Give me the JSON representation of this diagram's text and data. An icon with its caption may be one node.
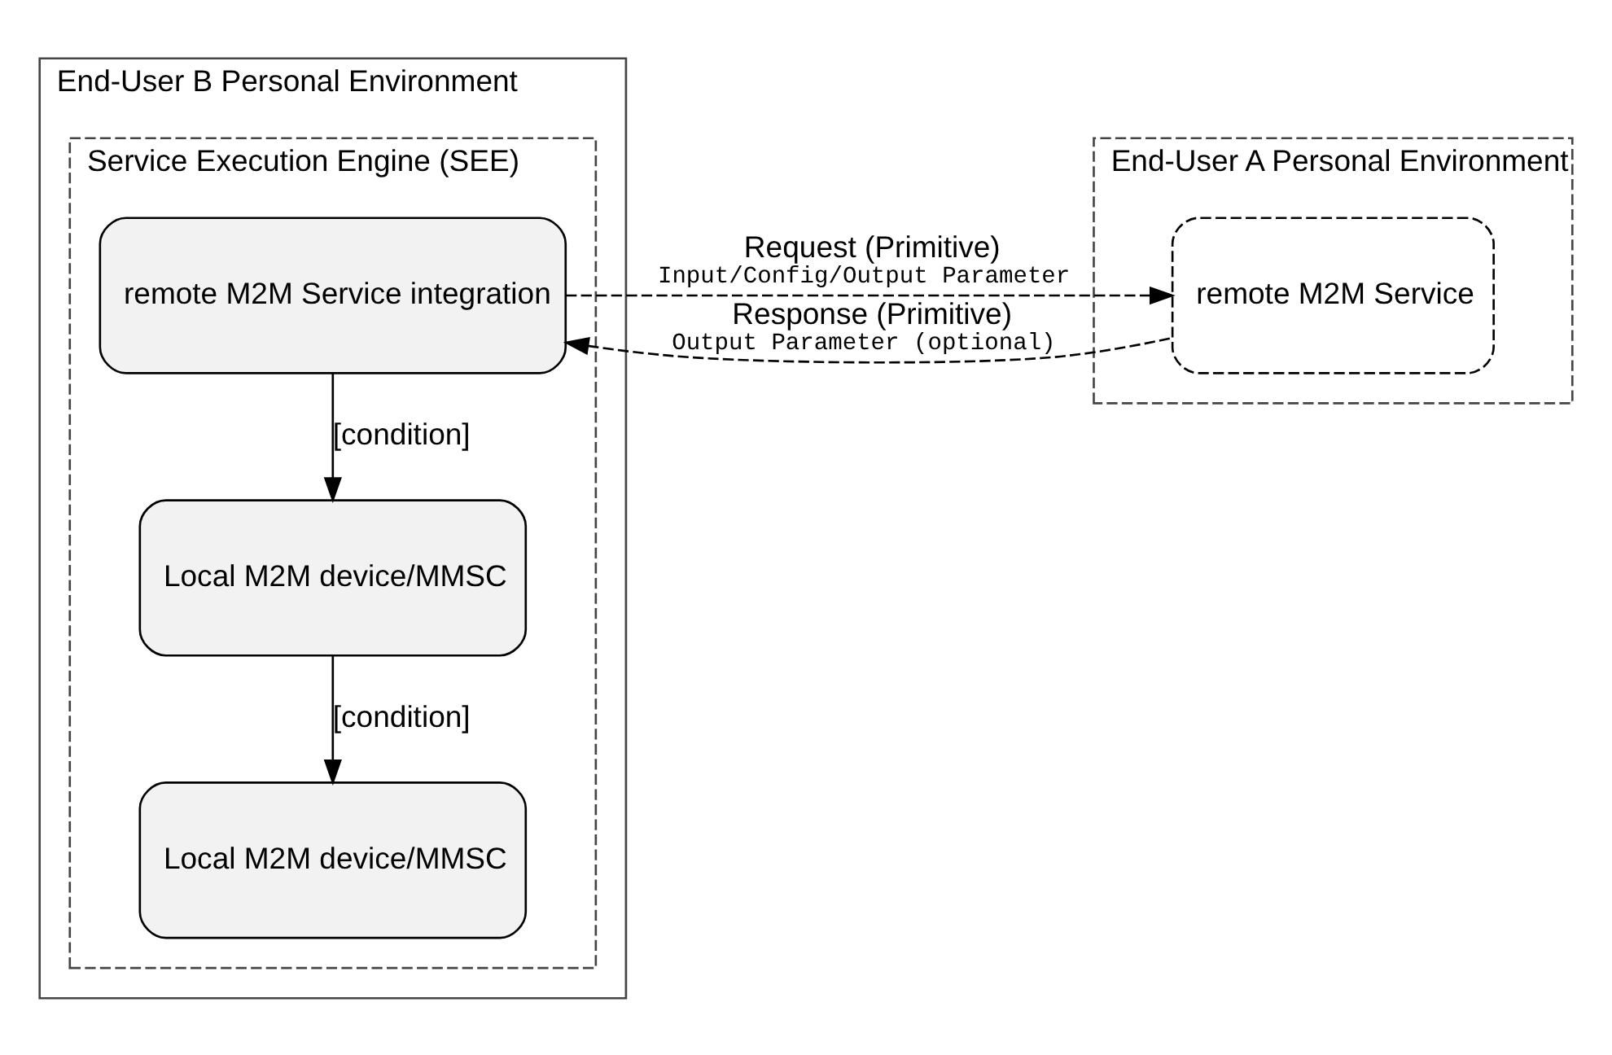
{
  "diagram": {
    "nodes": [
      {
        "text": [
          "End-User B Personal Environment"
        ]
      },
      {
        "text": [
          "Service Execution Engine (SEE)"
        ],
        "in": 0
      },
      {
        "text": [
          "remote M2M Service integration"
        ],
        "in": 1
      },
      {
        "text": [
          "Local M2M device/MMSC"
        ],
        "in": 1
      },
      {
        "text": [
          "Local M2M device/MMSC"
        ],
        "in": 1
      },
      {
        "text": [
          "End-User A Personal Environment"
        ]
      },
      {
        "text": [
          "remote M2M Service"
        ],
        "in": 5
      }
    ],
    "edges": [
      {
        "from": 2,
        "to": 6,
        "arrow": "to",
        "style": "dashed",
        "label": "Request (Primitive)"
      },
      {
        "from": 6,
        "to": 2,
        "arrow": "to",
        "style": "dashed",
        "label": "Response (Primitive)"
      },
      {
        "from": 2,
        "to": 3,
        "arrow": "to",
        "label": "[condition]"
      },
      {
        "from": 3,
        "to": 4,
        "arrow": "to",
        "label": "[condition]"
      }
    ],
    "labels": [
      "Input/Config/Output Parameter",
      "Output Parameter (optional)"
    ]
  }
}
